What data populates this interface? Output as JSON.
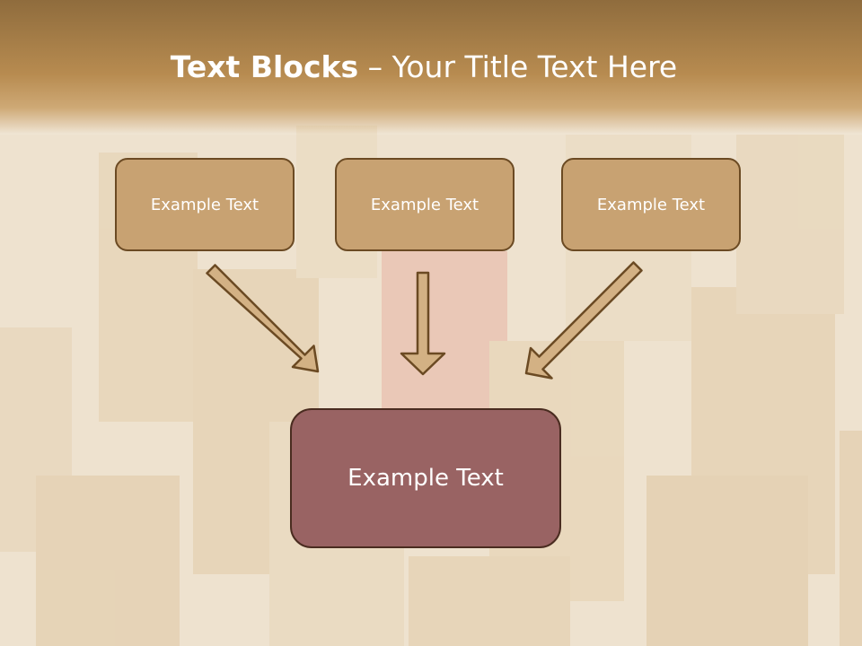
{
  "slide": {
    "title_bold": "Text Blocks",
    "title_rest": " – Your Title Text Here"
  },
  "diagram": {
    "blocks": [
      {
        "label": "Example Text"
      },
      {
        "label": "Example Text"
      },
      {
        "label": "Example Text"
      }
    ],
    "target": {
      "label": "Example Text"
    }
  },
  "colors": {
    "title_band": "#b78b50",
    "block_fill": "#c8a272",
    "block_border": "#6b4a23",
    "target_fill": "#996363",
    "target_border": "#4a2c20",
    "arrow_fill": "#d3b184",
    "arrow_stroke": "#6b4a23"
  }
}
